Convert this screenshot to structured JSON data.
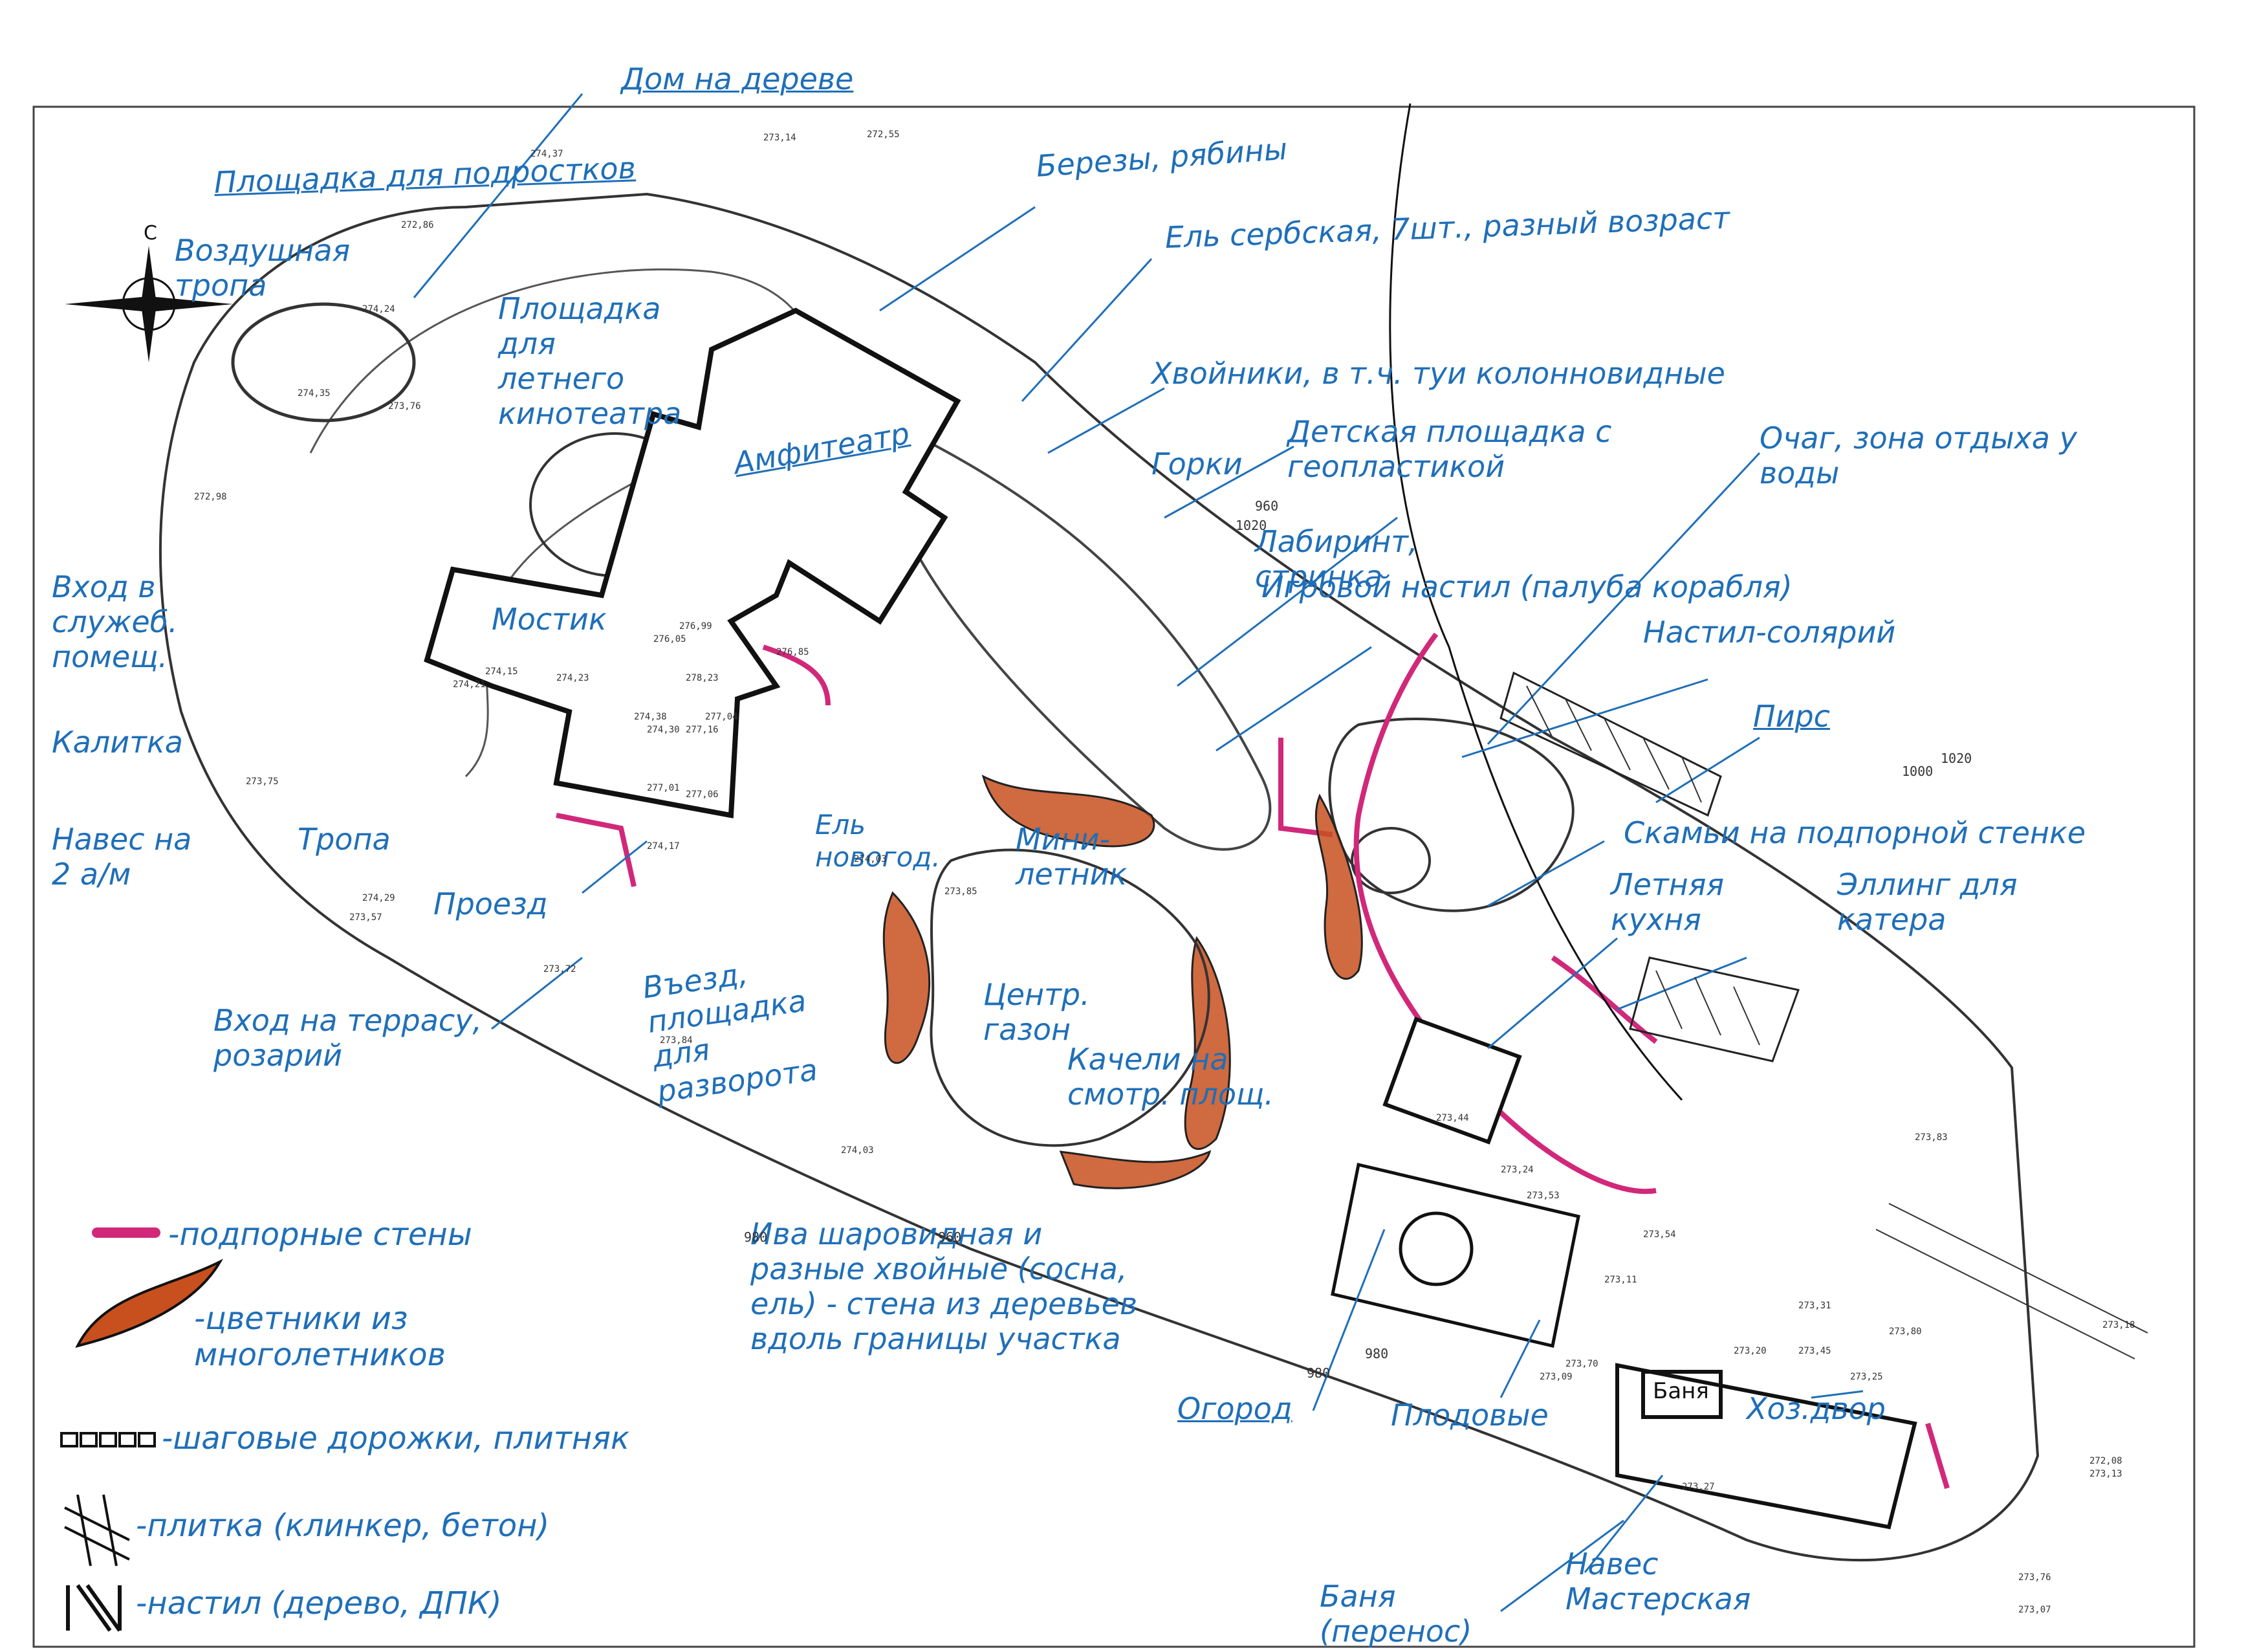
{
  "labels": {
    "tree_house": "Дом на дереве",
    "teen_area": "Площадка для подростков",
    "air_trail": "Воздушная тропа",
    "summer_cinema": "Площадка для летнего кинотеатра",
    "birch": "Березы, рябины",
    "spruce": "Ель сербская, 7шт., разный возраст",
    "conifers": "Хвойники, в т.ч. туи колонновидные",
    "kids_area": "Детская площадка с геопластикой",
    "hills": "Горки",
    "amphitheater": "Амфитеатр",
    "hearth": "Очаг, зона отдыха у воды",
    "labyrinth": "Лабиринт, стринка",
    "play_deck": "Игровой настил (палуба корабля)",
    "service_entry": "Вход в служеб. помещ.",
    "bridge": "Мостик",
    "deck_solarium": "Настил-солярий",
    "pier": "Пирс",
    "gate": "Калитка",
    "carport": "Навес на 2 а/м",
    "path": "Тропа",
    "birch_grove": "Ель новогод.",
    "mini_field": "Мини-летник",
    "benches": "Скамьи на подпорной стенке",
    "summer_kitchen": "Летняя кухня",
    "slipway": "Эллинг для катера",
    "driveway": "Проезд",
    "terrace_entry": "Вход на террасу, розарий",
    "turnaround": "Въезд, площадка для разворота",
    "lawn": "Центр. газон",
    "swings": "Качели на смотр. площ.",
    "willow": "Ива шаровидная и разные хвойные (сосна, ель) - стена из деревьев вдоль границы участка",
    "garden": "Огород",
    "orchard": "Плодовые",
    "utility": "Хоз.двор",
    "shed": "Навес Мастерская",
    "bath": "Баня (перенос)",
    "bath_tag": "Баня"
  },
  "legend": [
    {
      "key": "wall",
      "text": "-подпорные стены",
      "color": "#d1287a"
    },
    {
      "key": "flowers",
      "text": "-цветники из многолетников",
      "color": "#c8501e"
    },
    {
      "key": "stepping",
      "text": "-шаговые дорожки, плитняк",
      "color": "#222222"
    },
    {
      "key": "tile",
      "text": "-плитка (клинкер, бетон)",
      "color": "#222222"
    },
    {
      "key": "deck",
      "text": "-настил (дерево, ДПК)",
      "color": "#222222"
    }
  ],
  "compass": {
    "north": "С"
  },
  "elevations": [
    "272,55",
    "273,14",
    "274,37",
    "272,86",
    "274,24",
    "274,35",
    "273,76",
    "272,98",
    "274,21",
    "274,15",
    "274,23",
    "276,05",
    "276,85",
    "278,23",
    "276,99",
    "277,04",
    "277,16",
    "274,38",
    "274,30",
    "277,01",
    "277,06",
    "274,17",
    "274,03",
    "273,85",
    "273,75",
    "274,29",
    "273,57",
    "273,72",
    "273,84",
    "274,03",
    "273,44",
    "273,24",
    "273,53",
    "273,54",
    "273,11",
    "273,09",
    "273,70",
    "273,20",
    "273,45",
    "273,25",
    "273,27",
    "273,80",
    "273,31",
    "273,18",
    "272,08",
    "273,13",
    "273,07",
    "273,76",
    "273,83"
  ],
  "grid_marks": [
    "960",
    "1020",
    "1000",
    "1020",
    "980",
    "960",
    "980",
    "980"
  ],
  "colors": {
    "ink": "#1f6fb8",
    "wall": "#d1287a",
    "flowers": "#c8501e",
    "pencil": "#222222"
  }
}
